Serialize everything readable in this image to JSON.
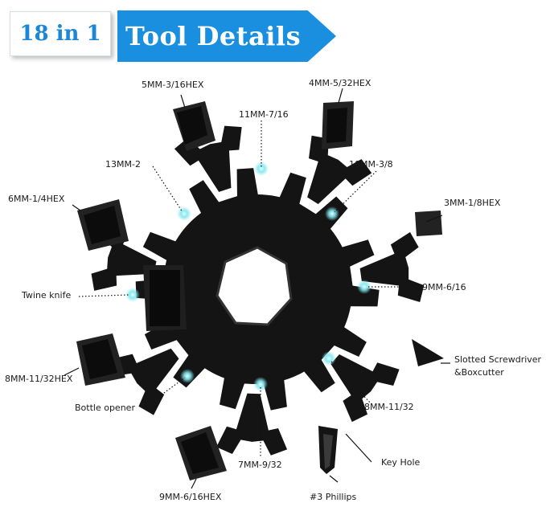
{
  "badge": {
    "count": "18 in 1",
    "title": "Tool Details"
  },
  "labels": {
    "hex_5mm": "5MM-3/16HEX",
    "hex_4mm": "4MM-5/32HEX",
    "w_11mm": "11MM-7/16",
    "w_13mm": "13MM-2",
    "w_10mm": "10MM-3/8",
    "hex_6mm": "6MM-1/4HEX",
    "hex_3mm": "3MM-1/8HEX",
    "twine": "Twine knife",
    "w_9mm": "9MM-6/16",
    "slotted_1": "Slotted Screwdriver",
    "slotted_2": "&Boxcutter",
    "hex_8mm": "8MM-11/32HEX",
    "w_8mm": "8MM-11/32",
    "bottle": "Bottle opener",
    "w_7mm": "7MM-9/32",
    "keyhole": "Key Hole",
    "hex_9mm": "9MM-6/16HEX",
    "phillips": "#3 Phillips"
  },
  "colors": {
    "accent": "#1a8fe0",
    "badge_text": "#1b87d6",
    "metal": "#141414",
    "glow": "#7fe6ee"
  }
}
